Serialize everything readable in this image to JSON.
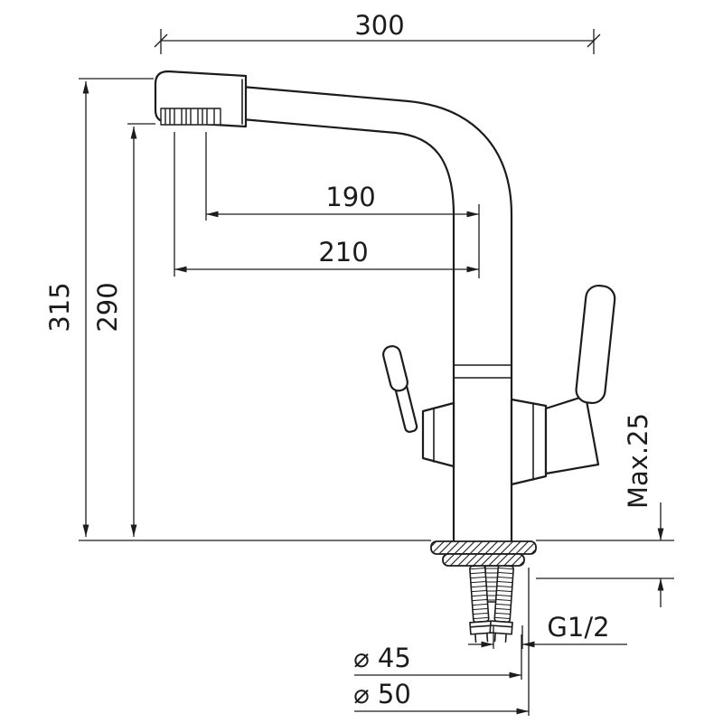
{
  "title": "Kitchen faucet dimensional drawing",
  "colors": {
    "background": "#ffffff",
    "line": "#1c1c1c"
  },
  "dimensions": {
    "overall_width": "300",
    "overall_height": "315",
    "spout_height": "290",
    "spout_reach": "190",
    "overall_reach": "210",
    "max_mount_thickness": "Max.25",
    "thread_size": "G1/2",
    "diameter_45": "⌀ 45",
    "diameter_50": "⌀ 50"
  }
}
